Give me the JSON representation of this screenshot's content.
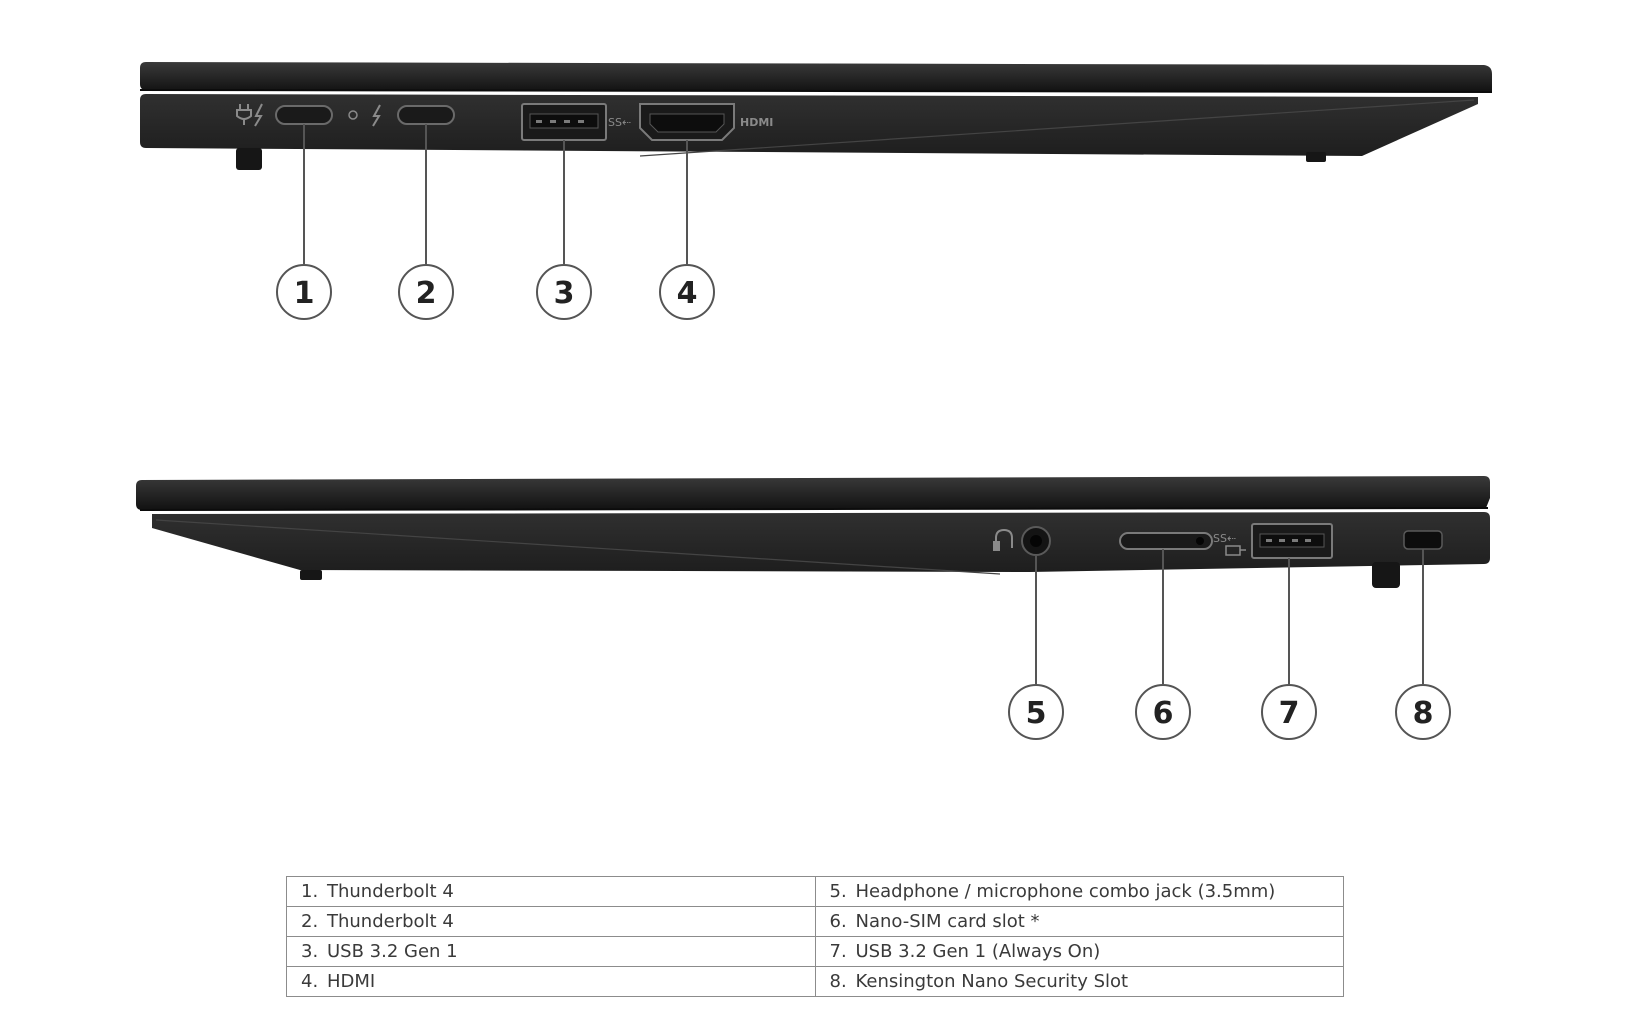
{
  "top_view": {
    "port_label_hdmi": "HDMI",
    "callouts": [
      "1",
      "2",
      "3",
      "4"
    ]
  },
  "bottom_view": {
    "callouts": [
      "5",
      "6",
      "7",
      "8"
    ]
  },
  "legend": {
    "rows": [
      {
        "left_num": "1.",
        "left_text": "Thunderbolt 4",
        "right_num": "5.",
        "right_text": "Headphone / microphone combo jack (3.5mm)"
      },
      {
        "left_num": "2.",
        "left_text": "Thunderbolt 4",
        "right_num": "6.",
        "right_text": "Nano-SIM card slot *"
      },
      {
        "left_num": "3.",
        "left_text": "USB 3.2 Gen 1",
        "right_num": "7.",
        "right_text": "USB 3.2 Gen 1 (Always On)"
      },
      {
        "left_num": "4.",
        "left_text": "HDMI",
        "right_num": "8.",
        "right_text": "Kensington Nano Security Slot"
      }
    ]
  },
  "colors": {
    "chassis": "#2b2b2b",
    "chassis_dark": "#161616",
    "port": "#1a1a1a",
    "port_edge": "#6a6a6a",
    "leader": "#555555",
    "circle_stroke": "#555555"
  }
}
